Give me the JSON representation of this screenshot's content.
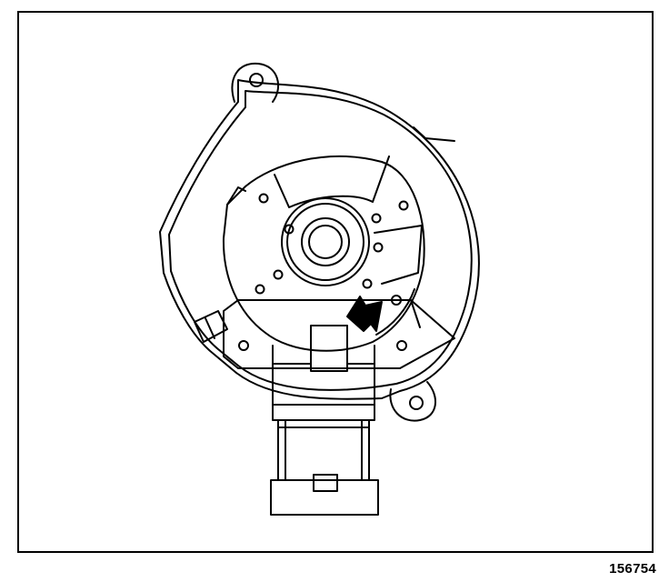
{
  "figure": {
    "id": "156754",
    "subject": "blower-motor-assembly",
    "callout": "arrow-pointing-to-motor-retaining-tab"
  },
  "colors": {
    "line": "#000000",
    "background": "#ffffff"
  }
}
